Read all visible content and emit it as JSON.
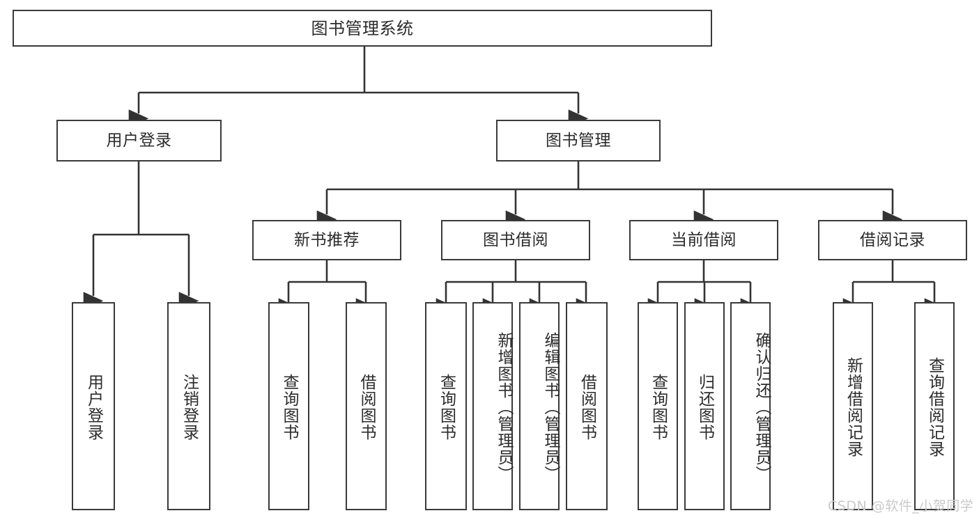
{
  "diagram": {
    "type": "tree-hierarchy",
    "title": "图书管理系统",
    "orientation": "top-down",
    "colors": {
      "box_border": "#3a3a3a",
      "box_fill": "#ffffff",
      "text": "#2b2b2b",
      "edge": "#333333",
      "watermark": "#c9c9c9"
    },
    "root": {
      "label": "图书管理系统"
    },
    "level2": [
      {
        "label": "用户登录"
      },
      {
        "label": "图书管理"
      }
    ],
    "level3": [
      {
        "label": "新书推荐"
      },
      {
        "label": "图书借阅"
      },
      {
        "label": "当前借阅"
      },
      {
        "label": "借阅记录"
      }
    ],
    "leaves": {
      "user_login": [
        {
          "label": "用户登录"
        },
        {
          "label": "注销登录"
        }
      ],
      "new_book_recommend": [
        {
          "label": "查询图书"
        },
        {
          "label": "借阅图书"
        }
      ],
      "book_borrow": [
        {
          "label": "查询图书"
        },
        {
          "label": "新增图书（管理员）"
        },
        {
          "label": "编辑图书（管理员）"
        },
        {
          "label": "借阅图书"
        }
      ],
      "current_borrow": [
        {
          "label": "查询图书"
        },
        {
          "label": "归还图书"
        },
        {
          "label": "确认归还（管理员）"
        }
      ],
      "borrow_record": [
        {
          "label": "新增借阅记录"
        },
        {
          "label": "查询借阅记录"
        }
      ]
    }
  },
  "watermark": {
    "text": "CSDN @软件_小贺同学"
  }
}
